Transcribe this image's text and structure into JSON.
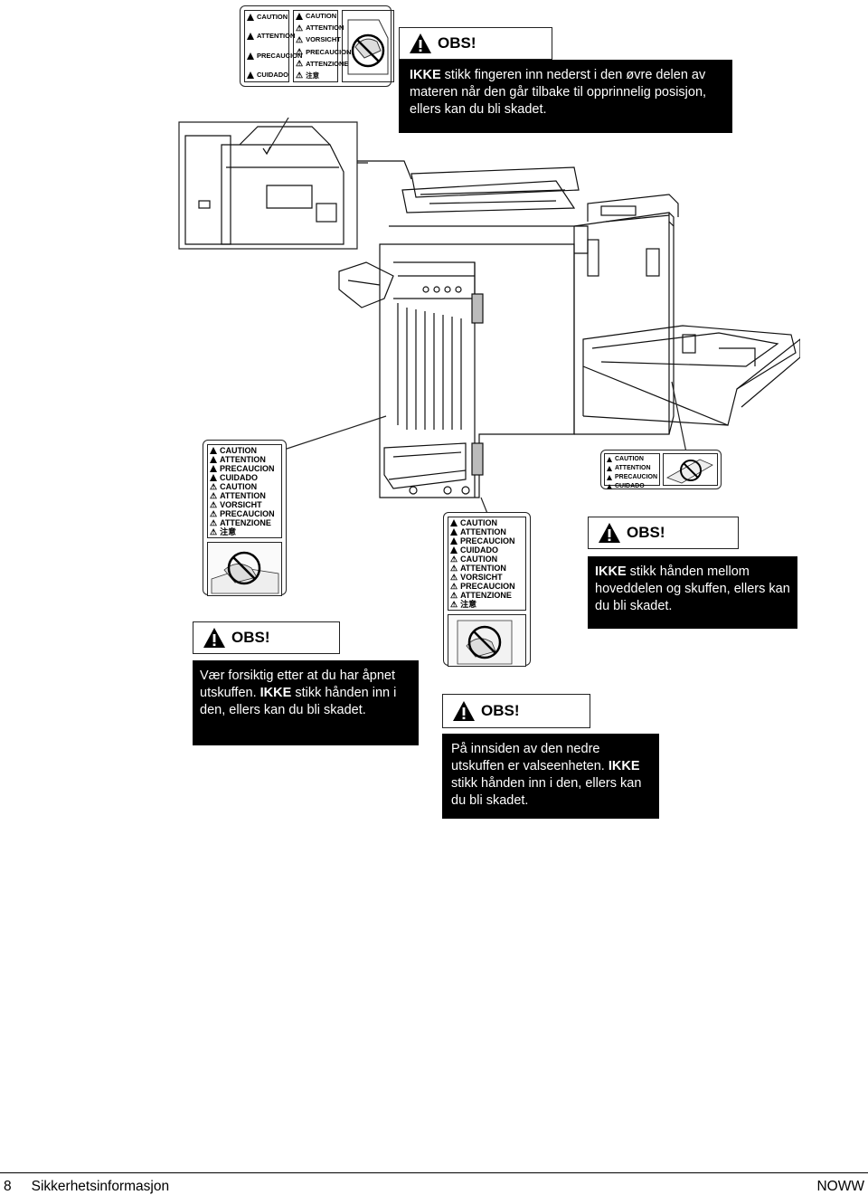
{
  "warnings": [
    {
      "heading": "OBS!",
      "body_lead": "IKKE",
      "body_rest": " stikk fingeren inn nederst i den øvre delen av materen når den går tilbake til opprinnelig posisjon, ellers kan du bli skadet."
    },
    {
      "heading": "OBS!",
      "body_pre": "",
      "body_lead": "IKKE",
      "body_rest": " stikk hånden mellom hoveddelen og skuffen, ellers kan du bli skadet."
    },
    {
      "heading": "OBS!",
      "body_pre": "Vær forsiktig etter at du har åpnet utskuffen. ",
      "body_lead": "IKKE",
      "body_rest": " stikk hånden inn i den, ellers kan du bli skadet."
    },
    {
      "heading": "OBS!",
      "body_pre": "På innsiden av den nedre utskuffen er valseenheten. ",
      "body_lead": "IKKE",
      "body_rest": " stikk hånden inn i den, ellers kan du bli skadet."
    }
  ],
  "labels": {
    "top_left_col": [
      "CAUTION",
      "ATTENTION",
      "PRECAUCION",
      "CUIDADO"
    ],
    "top_right_col": [
      "CAUTION",
      "ATTENTION",
      "VORSICHT",
      "PRECAUCION",
      "ATTENZIONE",
      "注意"
    ],
    "tall_rows": [
      "CAUTION",
      "ATTENTION",
      "PRECAUCION",
      "CUIDADO",
      "CAUTION",
      "ATTENTION",
      "VORSICHT",
      "PRECAUCION",
      "ATTENZIONE",
      "注意"
    ],
    "small_rows": [
      "CAUTION",
      "ATTENTION",
      "PRECAUCION",
      "CUIDADO"
    ]
  },
  "footer": {
    "page_number": "8",
    "section": "Sikkerhetsinformasjon",
    "doc_code": "NOWW"
  }
}
